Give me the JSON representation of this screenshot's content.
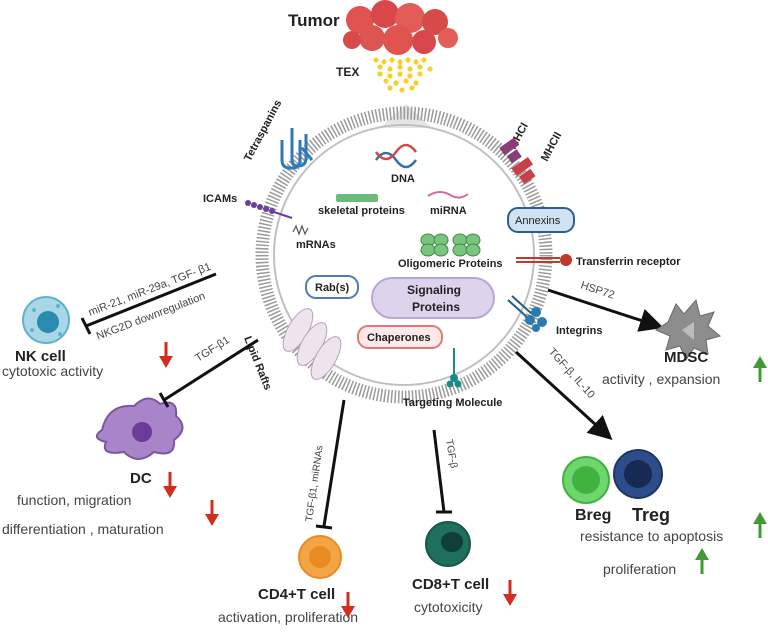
{
  "tumor": {
    "title": "Tumor",
    "tex": "TEX"
  },
  "exosome_labels": {
    "tetraspanins": "Tetraspanins",
    "dna": "DNA",
    "mhc1": "MHCI",
    "mhc2": "MHCII",
    "icams": "ICAMs",
    "skeletal_proteins": "skeletal proteins",
    "mirna": "miRNA",
    "annexins": "Annexins",
    "mrnas": "mRNAs",
    "oligomeric_proteins": "Oligomeric Proteins",
    "transferrin_receptor": "Transferrin receptor",
    "rabs": "Rab(s)",
    "signaling_proteins_line1": "Signaling",
    "signaling_proteins_line2": "Proteins",
    "chaperones": "Chaperones",
    "integrins": "Integrins",
    "lipid_rafts": "Lipid Rafts",
    "targeting_molecule": "Targeting Molecule"
  },
  "targets": {
    "nk": {
      "name": "NK cell",
      "effect": "cytotoxic activity",
      "signal_line1": "miR-21, miR-29a, TGF- β1",
      "signal_line2": "NKG2D downregulation",
      "trend": "down"
    },
    "dc": {
      "name": "DC",
      "signal": "TGF-β1",
      "effect_line1": "function, migration",
      "effect_line2": "differentiation , maturation",
      "trend": "down"
    },
    "cd4": {
      "name": "CD4+T cell",
      "signal": "TGF-β1, miRNAs",
      "effect": "activation, proliferation",
      "trend": "down"
    },
    "cd8": {
      "name": "CD8+T cell",
      "signal": "TGF-β",
      "effect": "cytotoxicity",
      "trend": "down"
    },
    "mdsc": {
      "name": "MDSC",
      "signal": "HSP72",
      "effect": "activity , expansion",
      "trend": "up"
    },
    "treg": {
      "breg_name": "Breg",
      "treg_name": "Treg",
      "signal": "TGF-β, IL-10",
      "effect_line1": "resistance to apoptosis",
      "effect_line2": "proliferation",
      "trend": "up"
    }
  },
  "colors": {
    "down_arrow": "#d32d1f",
    "up_arrow": "#3f9b32",
    "membrane": "#9a9a9a",
    "tumor": "#e0534f",
    "tex_dots": "#f3d22c",
    "signaling_fill": "#ddd3ec",
    "rab_border": "#4f7ab8",
    "chaperones_border": "#e07a7a"
  }
}
